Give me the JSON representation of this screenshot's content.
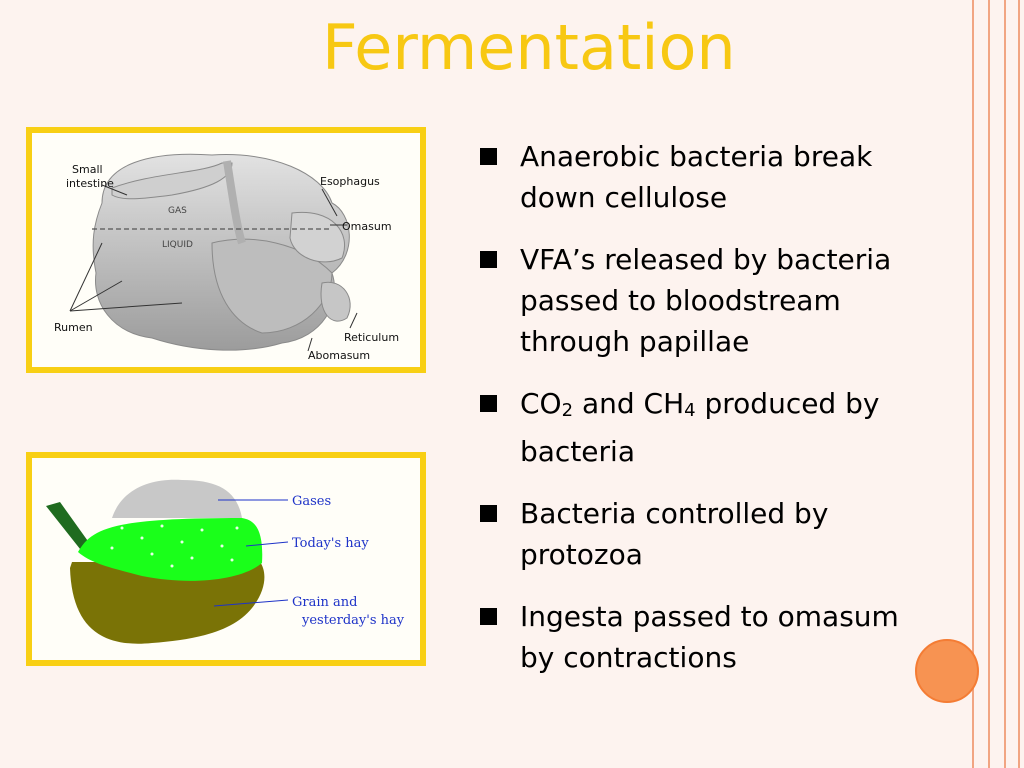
{
  "slide": {
    "title": "Fermentation"
  },
  "stomach_diagram": {
    "labels": {
      "small_intestine_1": "Small",
      "small_intestine_2": "intestine",
      "esophagus": "Esophagus",
      "gas": "GAS",
      "liquid": "LIQUID",
      "omasum": "Omasum",
      "rumen": "Rumen",
      "reticulum": "Reticulum",
      "abomasum": "Abomasum"
    }
  },
  "rumen_layers_diagram": {
    "labels": {
      "gases": "Gases",
      "todays_hay": "Today's hay",
      "grain_1": "Grain and",
      "grain_2": "yesterday's hay"
    },
    "colors": {
      "gas": "#c8c8c8",
      "hay": "#1aff1a",
      "grain": "#7a7306",
      "esophagus": "#1f6b1f",
      "leader": "#1e33c8"
    }
  },
  "bullets": {
    "b1": {
      "text": "Anaerobic bacteria break down cellulose"
    },
    "b2": {
      "text": "VFA’s released by bacteria passed to bloodstream through papillae"
    },
    "b3": {
      "pre": "CO",
      "sub1": "2",
      "mid": " and CH",
      "sub2": "4",
      "post": " produced by bacteria"
    },
    "b4": {
      "text": "Bacteria controlled by protozoa"
    },
    "b5": {
      "text": "Ingesta passed to omasum by contractions"
    }
  },
  "theme": {
    "title_color": "#f7c813",
    "frame_color": "#f8cf14",
    "accent_circle": "#f79352",
    "stripe_color": "#f1a582"
  }
}
